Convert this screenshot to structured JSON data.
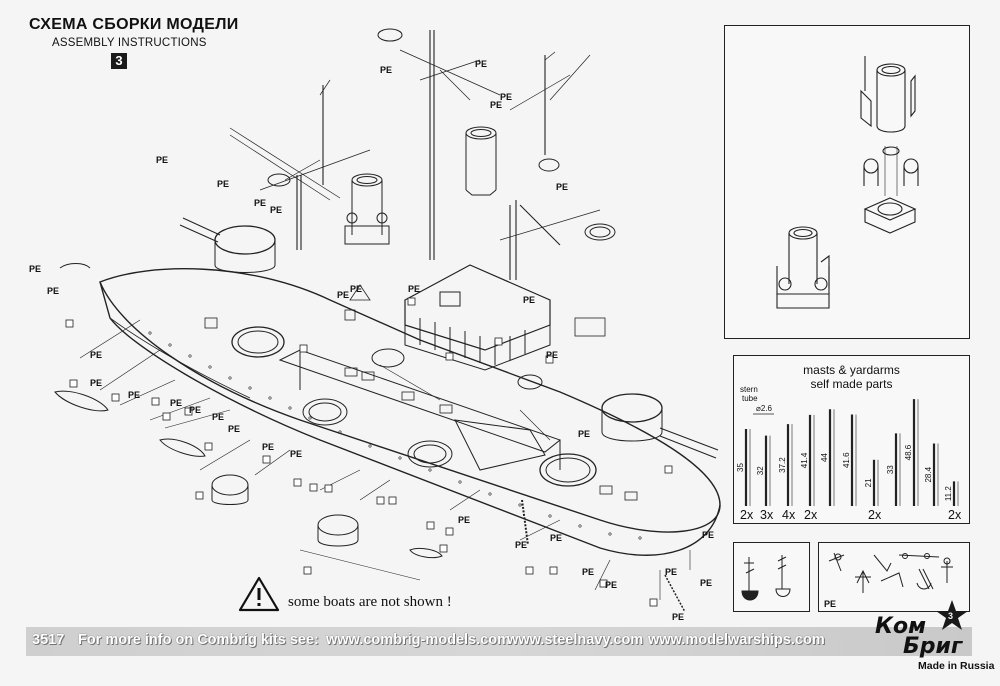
{
  "header": {
    "title_ru": "СХЕМА СБОРКИ МОДЕЛИ",
    "title_en": "ASSEMBLY INSTRUCTIONS",
    "step_number": "3"
  },
  "masts_panel": {
    "title_line1": "masts & yardarms",
    "title_line2": "self made parts",
    "stern_tube_label_line1": "stern",
    "stern_tube_label_line2": "tube",
    "stern_tube_diameter": "⌀2.6",
    "parts": [
      {
        "length": "35",
        "qty": "2x"
      },
      {
        "length": "32",
        "qty": "3x"
      },
      {
        "length": "37.2",
        "qty": "4x"
      },
      {
        "length": "41.4",
        "qty": "2x"
      },
      {
        "length": "44",
        "qty": ""
      },
      {
        "length": "41.6",
        "qty": ""
      },
      {
        "length": "21",
        "qty": "2x"
      },
      {
        "length": "33",
        "qty": ""
      },
      {
        "length": "48.6",
        "qty": ""
      },
      {
        "length": "28.4",
        "qty": ""
      },
      {
        "length": "11.2",
        "qty": "2x"
      }
    ]
  },
  "small_detail": {
    "pe_label": "PE"
  },
  "pe_label": "PE",
  "warning": {
    "text": "some boats are not shown !"
  },
  "footer": {
    "kit_number": "3517",
    "info_text": "For more info on Combrig kits see:",
    "url1": "www.combrig-models.com",
    "url2": "www.steelnavy.com",
    "url3": "www.modelwarships.com"
  },
  "logo": {
    "word_top": "Ком",
    "word_bottom": "Бриг",
    "made_in": "Made in Russia"
  },
  "colors": {
    "ink": "#111111",
    "paper": "#f5f5f5",
    "footer_band": "#d0d0d0",
    "star_red": "#1a1a1a"
  }
}
